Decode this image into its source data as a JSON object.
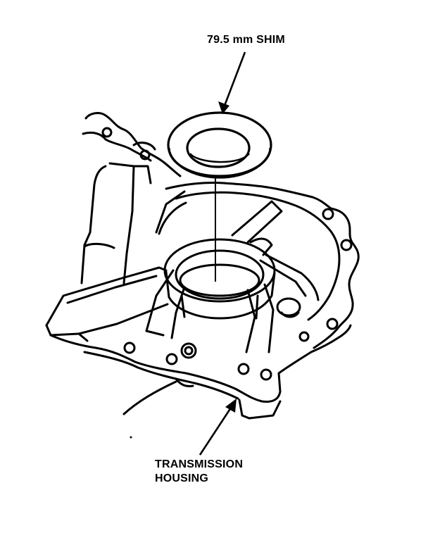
{
  "labels": {
    "shim": "79.5 mm SHIM",
    "housing_line1": "TRANSMISSION",
    "housing_line2": "HOUSING"
  },
  "parts": {
    "shim": "shim",
    "housing": "transmission-housing"
  },
  "colors": {
    "ink": "#000000",
    "paper": "#ffffff"
  }
}
